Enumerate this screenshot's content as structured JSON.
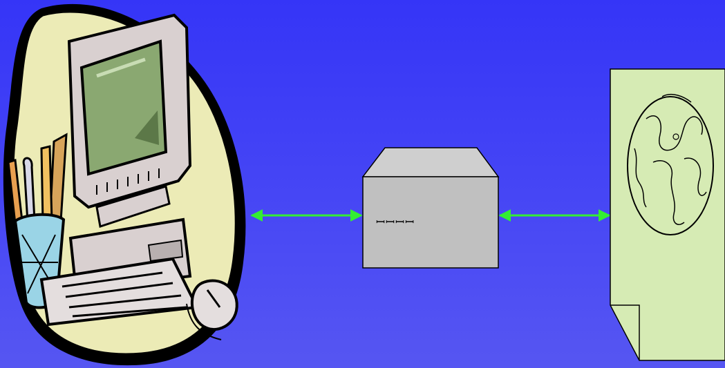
{
  "diagram": {
    "nodes": {
      "client": {
        "icon": "computer-clipart-icon"
      },
      "proxy": {
        "icon": "server-box-icon",
        "label": "ꟷꟷꟷꟷ"
      },
      "web": {
        "icon": "globe-document-icon"
      }
    },
    "connections": [
      {
        "from": "client",
        "to": "proxy",
        "style": "bidirectional-arrow"
      },
      {
        "from": "proxy",
        "to": "web",
        "style": "bidirectional-arrow"
      }
    ]
  },
  "colors": {
    "background": "#3a3af6",
    "arrow": "#33ee33",
    "box": "#c0c0c0",
    "document": "#d6ebb4",
    "blob": "#ecebb6",
    "screen": "#8aa871"
  }
}
